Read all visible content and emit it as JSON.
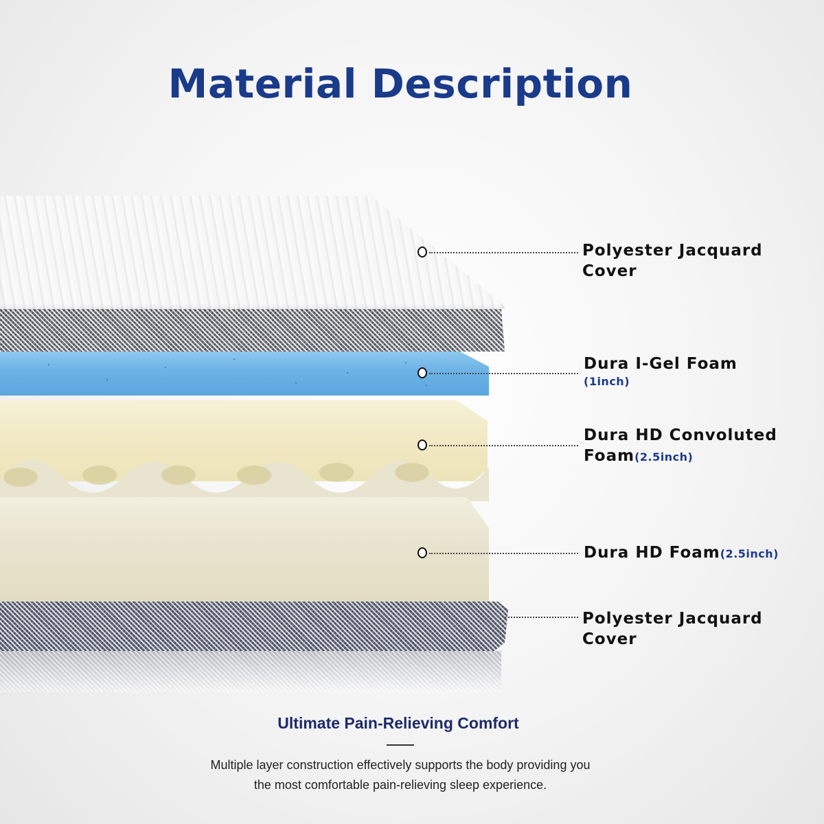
{
  "header": {
    "title": "Material Description",
    "title_color": "#1a3a8a"
  },
  "layers": [
    {
      "name": "Polyester Jacquard",
      "name_line2": "Cover",
      "thickness": "",
      "color": "#f2f2f2"
    },
    {
      "name": "Dura I-Gel Foam",
      "thickness": "(1inch)",
      "color": "#6fb4e6"
    },
    {
      "name": "Dura HD Convoluted",
      "name_line2": "Foam",
      "thickness": "(2.5inch)",
      "color": "#f1e9c4"
    },
    {
      "name": "Dura HD Foam",
      "thickness": "(2.5inch)",
      "color": "#e9e4cf"
    },
    {
      "name": "Polyester Jacquard",
      "name_line2": "Cover",
      "thickness": "",
      "color": "#6c7080"
    }
  ],
  "footer": {
    "title": "Ultimate Pain-Relieving Comfort",
    "body_line1": "Multiple layer construction effectively supports the body providing you",
    "body_line2": "the most comfortable pain-relieving sleep experience."
  },
  "colors": {
    "accent": "#1a3a8a",
    "label_text": "#111111"
  }
}
